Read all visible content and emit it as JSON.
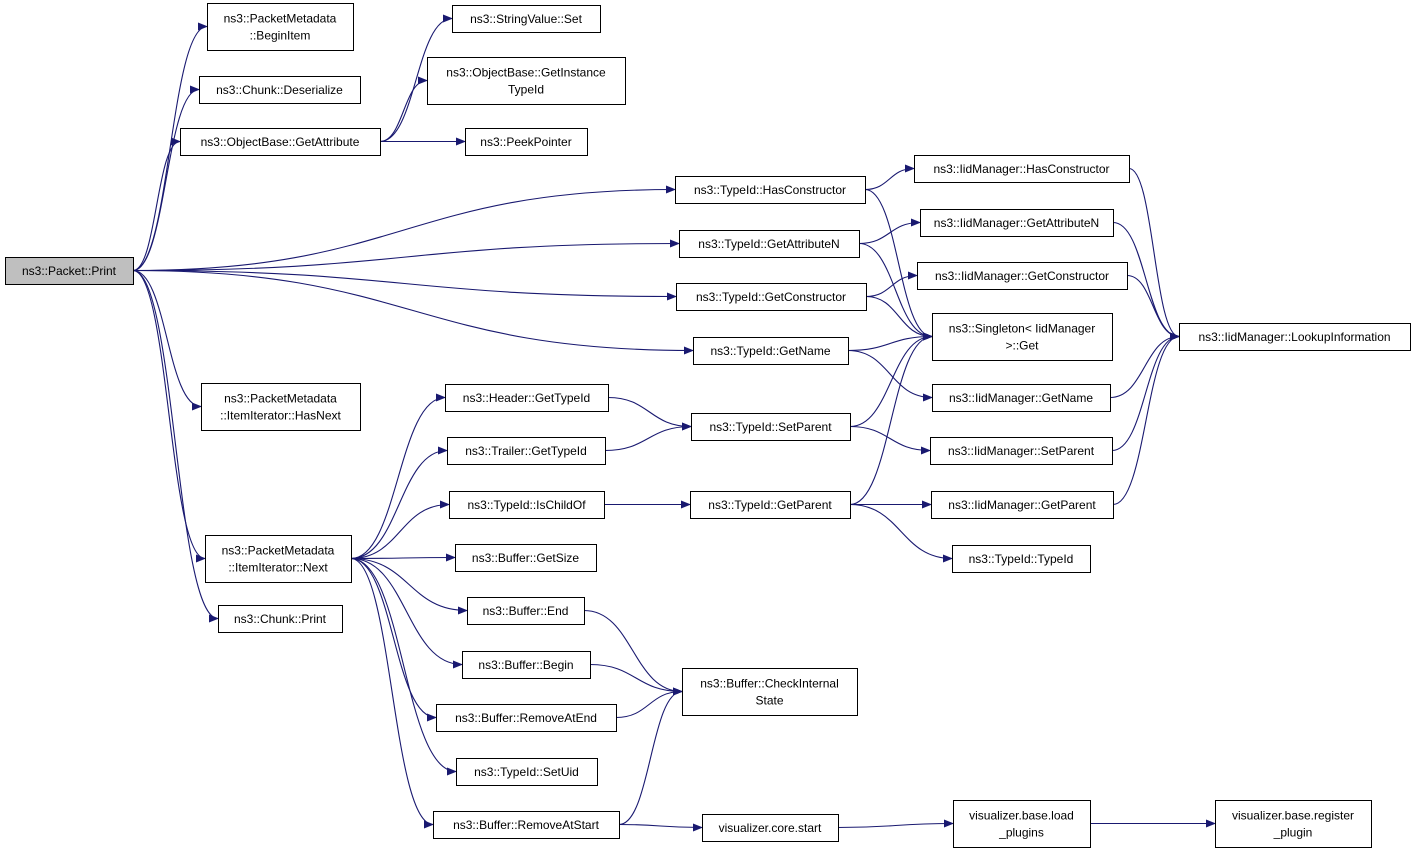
{
  "nodes": [
    {
      "id": "packet_print",
      "lines": [
        "ns3::Packet::Print"
      ],
      "root": true
    },
    {
      "id": "pm_beginitem",
      "lines": [
        "ns3::PacketMetadata",
        "::BeginItem"
      ]
    },
    {
      "id": "chunk_deserialize",
      "lines": [
        "ns3::Chunk::Deserialize"
      ]
    },
    {
      "id": "ob_getattribute",
      "lines": [
        "ns3::ObjectBase::GetAttribute"
      ]
    },
    {
      "id": "pm_hasnext",
      "lines": [
        "ns3::PacketMetadata",
        "::ItemIterator::HasNext"
      ]
    },
    {
      "id": "pm_next",
      "lines": [
        "ns3::PacketMetadata",
        "::ItemIterator::Next"
      ]
    },
    {
      "id": "chunk_print",
      "lines": [
        "ns3::Chunk::Print"
      ]
    },
    {
      "id": "stringvalue_set",
      "lines": [
        "ns3::StringValue::Set"
      ]
    },
    {
      "id": "ob_getinstancetypeid",
      "lines": [
        "ns3::ObjectBase::GetInstance",
        "TypeId"
      ]
    },
    {
      "id": "peekpointer",
      "lines": [
        "ns3::PeekPointer"
      ]
    },
    {
      "id": "typeid_hasconstructor",
      "lines": [
        "ns3::TypeId::HasConstructor"
      ]
    },
    {
      "id": "typeid_getattributen",
      "lines": [
        "ns3::TypeId::GetAttributeN"
      ]
    },
    {
      "id": "typeid_getconstructor",
      "lines": [
        "ns3::TypeId::GetConstructor"
      ]
    },
    {
      "id": "typeid_getname",
      "lines": [
        "ns3::TypeId::GetName"
      ]
    },
    {
      "id": "header_gettypeid",
      "lines": [
        "ns3::Header::GetTypeId"
      ]
    },
    {
      "id": "trailer_gettypeid",
      "lines": [
        "ns3::Trailer::GetTypeId"
      ]
    },
    {
      "id": "typeid_ischildof",
      "lines": [
        "ns3::TypeId::IsChildOf"
      ]
    },
    {
      "id": "buffer_getsize",
      "lines": [
        "ns3::Buffer::GetSize"
      ]
    },
    {
      "id": "buffer_end",
      "lines": [
        "ns3::Buffer::End"
      ]
    },
    {
      "id": "buffer_begin",
      "lines": [
        "ns3::Buffer::Begin"
      ]
    },
    {
      "id": "buffer_removeatend",
      "lines": [
        "ns3::Buffer::RemoveAtEnd"
      ]
    },
    {
      "id": "typeid_setuid",
      "lines": [
        "ns3::TypeId::SetUid"
      ]
    },
    {
      "id": "buffer_removeatstart",
      "lines": [
        "ns3::Buffer::RemoveAtStart"
      ]
    },
    {
      "id": "typeid_setparent",
      "lines": [
        "ns3::TypeId::SetParent"
      ]
    },
    {
      "id": "typeid_getparent",
      "lines": [
        "ns3::TypeId::GetParent"
      ]
    },
    {
      "id": "buffer_checkinternalstate",
      "lines": [
        "ns3::Buffer::CheckInternal",
        "State"
      ]
    },
    {
      "id": "vis_core_start",
      "lines": [
        "visualizer.core.start"
      ]
    },
    {
      "id": "iid_hasconstructor",
      "lines": [
        "ns3::IidManager::HasConstructor"
      ]
    },
    {
      "id": "iid_getattributen",
      "lines": [
        "ns3::IidManager::GetAttributeN"
      ]
    },
    {
      "id": "iid_getconstructor",
      "lines": [
        "ns3::IidManager::GetConstructor"
      ]
    },
    {
      "id": "singleton_get",
      "lines": [
        "ns3::Singleton< IidManager",
        ">::Get"
      ]
    },
    {
      "id": "iid_getname",
      "lines": [
        "ns3::IidManager::GetName"
      ]
    },
    {
      "id": "iid_setparent",
      "lines": [
        "ns3::IidManager::SetParent"
      ]
    },
    {
      "id": "iid_getparent",
      "lines": [
        "ns3::IidManager::GetParent"
      ]
    },
    {
      "id": "typeid_typeid",
      "lines": [
        "ns3::TypeId::TypeId"
      ]
    },
    {
      "id": "vis_base_loadplugins",
      "lines": [
        "visualizer.base.load",
        "_plugins"
      ]
    },
    {
      "id": "iid_lookupinformation",
      "lines": [
        "ns3::IidManager::LookupInformation"
      ]
    },
    {
      "id": "vis_base_registerplugin",
      "lines": [
        "visualizer.base.register",
        "_plugin"
      ]
    }
  ],
  "edges": [
    [
      "packet_print",
      "pm_beginitem"
    ],
    [
      "packet_print",
      "chunk_deserialize"
    ],
    [
      "packet_print",
      "ob_getattribute"
    ],
    [
      "packet_print",
      "typeid_hasconstructor"
    ],
    [
      "packet_print",
      "typeid_getattributen"
    ],
    [
      "packet_print",
      "typeid_getconstructor"
    ],
    [
      "packet_print",
      "typeid_getname"
    ],
    [
      "packet_print",
      "pm_hasnext"
    ],
    [
      "packet_print",
      "pm_next"
    ],
    [
      "packet_print",
      "chunk_print"
    ],
    [
      "ob_getattribute",
      "stringvalue_set"
    ],
    [
      "ob_getattribute",
      "ob_getinstancetypeid"
    ],
    [
      "ob_getattribute",
      "peekpointer"
    ],
    [
      "typeid_hasconstructor",
      "iid_hasconstructor"
    ],
    [
      "typeid_hasconstructor",
      "singleton_get"
    ],
    [
      "typeid_getattributen",
      "iid_getattributen"
    ],
    [
      "typeid_getattributen",
      "singleton_get"
    ],
    [
      "typeid_getconstructor",
      "iid_getconstructor"
    ],
    [
      "typeid_getconstructor",
      "singleton_get"
    ],
    [
      "typeid_getname",
      "singleton_get"
    ],
    [
      "typeid_getname",
      "iid_getname"
    ],
    [
      "iid_hasconstructor",
      "iid_lookupinformation"
    ],
    [
      "iid_getattributen",
      "iid_lookupinformation"
    ],
    [
      "iid_getconstructor",
      "iid_lookupinformation"
    ],
    [
      "iid_getname",
      "iid_lookupinformation"
    ],
    [
      "iid_setparent",
      "iid_lookupinformation"
    ],
    [
      "iid_getparent",
      "iid_lookupinformation"
    ],
    [
      "pm_next",
      "header_gettypeid"
    ],
    [
      "pm_next",
      "trailer_gettypeid"
    ],
    [
      "pm_next",
      "typeid_ischildof"
    ],
    [
      "pm_next",
      "buffer_getsize"
    ],
    [
      "pm_next",
      "buffer_end"
    ],
    [
      "pm_next",
      "buffer_begin"
    ],
    [
      "pm_next",
      "buffer_removeatend"
    ],
    [
      "pm_next",
      "typeid_setuid"
    ],
    [
      "pm_next",
      "buffer_removeatstart"
    ],
    [
      "header_gettypeid",
      "typeid_setparent"
    ],
    [
      "trailer_gettypeid",
      "typeid_setparent"
    ],
    [
      "typeid_ischildof",
      "typeid_getparent"
    ],
    [
      "typeid_setparent",
      "singleton_get"
    ],
    [
      "typeid_setparent",
      "iid_setparent"
    ],
    [
      "typeid_getparent",
      "singleton_get"
    ],
    [
      "typeid_getparent",
      "iid_getparent"
    ],
    [
      "typeid_getparent",
      "typeid_typeid"
    ],
    [
      "buffer_end",
      "buffer_checkinternalstate"
    ],
    [
      "buffer_begin",
      "buffer_checkinternalstate"
    ],
    [
      "buffer_removeatend",
      "buffer_checkinternalstate"
    ],
    [
      "buffer_removeatstart",
      "buffer_checkinternalstate"
    ],
    [
      "buffer_removeatstart",
      "vis_core_start"
    ],
    [
      "vis_core_start",
      "vis_base_loadplugins"
    ],
    [
      "vis_base_loadplugins",
      "vis_base_registerplugin"
    ]
  ],
  "colors": {
    "edge": "#191970",
    "node_border": "#000000",
    "node_fill": "#ffffff",
    "root_fill": "#bfbfbf"
  }
}
